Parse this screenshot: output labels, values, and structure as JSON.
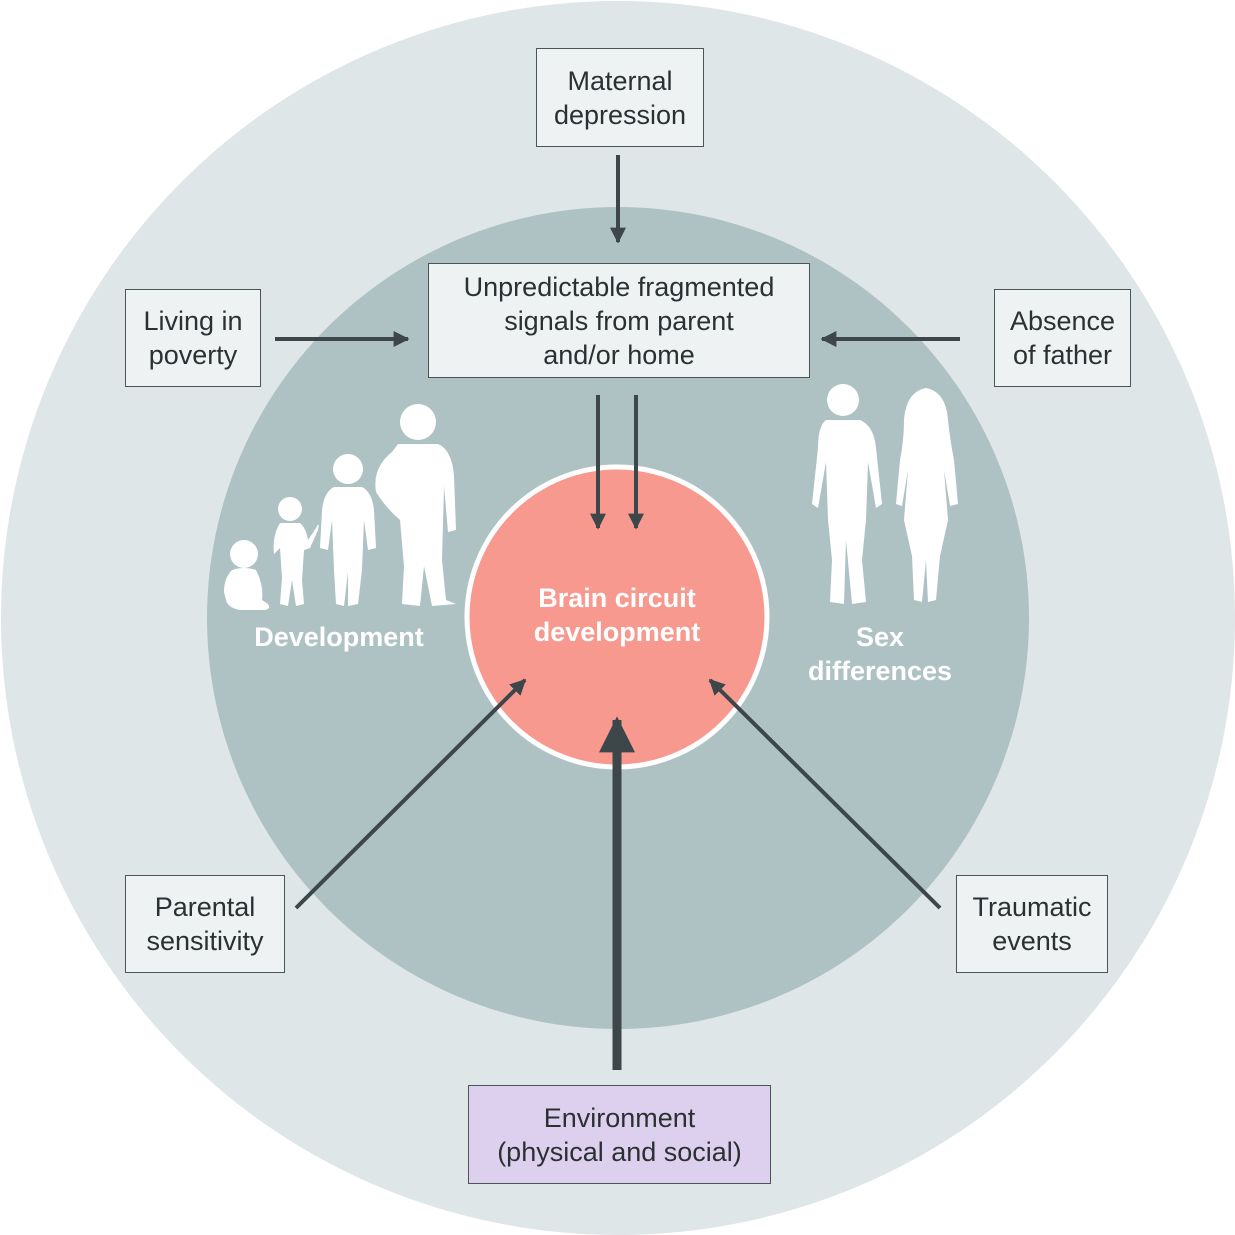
{
  "center": {
    "line1": "Brain circuit",
    "line2": "development"
  },
  "labels": {
    "development": "Development",
    "sex_line1": "Sex",
    "sex_line2": "differences"
  },
  "boxes": {
    "maternal": {
      "line1": "Maternal",
      "line2": "depression"
    },
    "signals": {
      "line1": "Unpredictable fragmented",
      "line2": "signals from parent",
      "line3": "and/or home"
    },
    "poverty": {
      "line1": "Living in",
      "line2": "poverty"
    },
    "father": {
      "line1": "Absence",
      "line2": "of father"
    },
    "parental": {
      "line1": "Parental",
      "line2": "sensitivity"
    },
    "traumatic": {
      "line1": "Traumatic",
      "line2": "events"
    },
    "environment": {
      "line1": "Environment",
      "line2": "(physical and social)"
    }
  },
  "colors": {
    "outer_ring": "#dfe6e7",
    "inner_ring": "#aec2c4",
    "center_circle": "#f7998f",
    "arrow": "#3d4649",
    "silhouette": "#ffffff",
    "environment_box": "#ddd0ef",
    "box": "#eef2f3"
  }
}
